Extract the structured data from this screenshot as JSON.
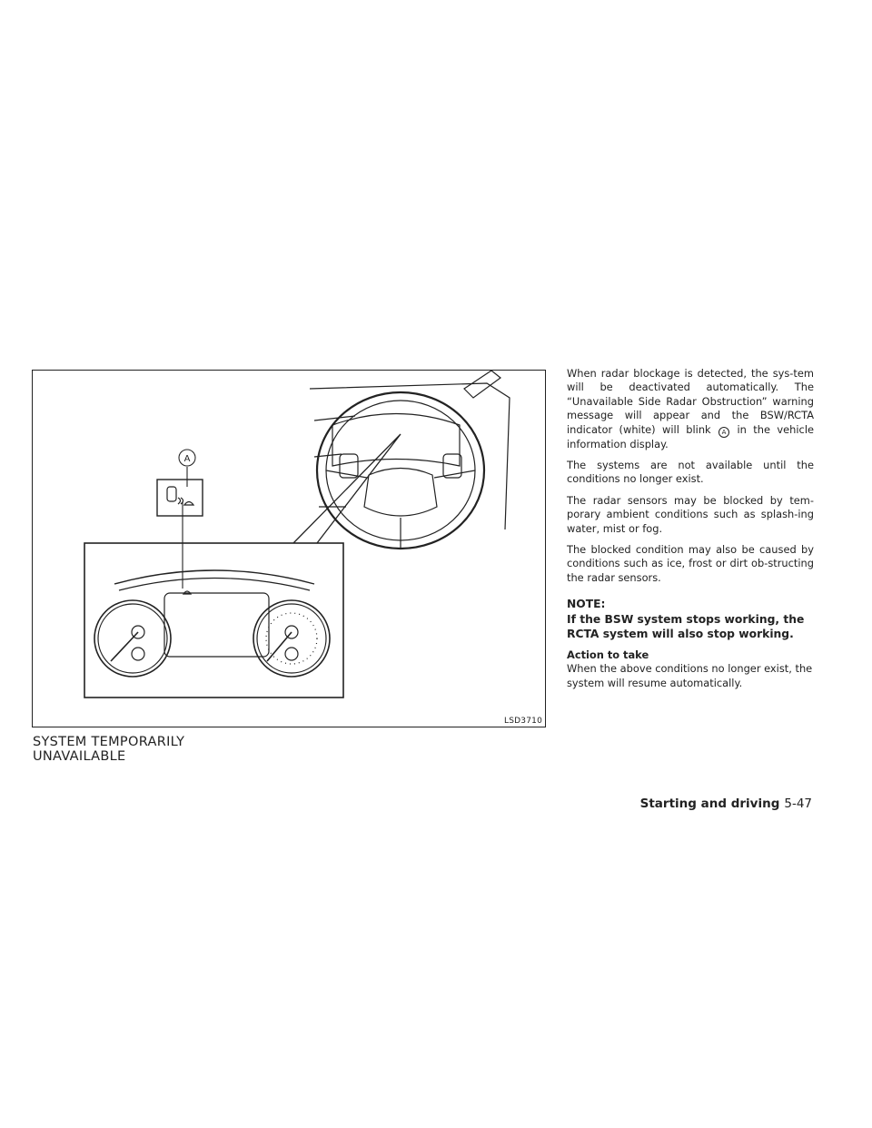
{
  "figure": {
    "code": "LSD3710",
    "callout_label": "A"
  },
  "caption": {
    "line1": "SYSTEM TEMPORARILY",
    "line2": "UNAVAILABLE"
  },
  "body": {
    "p1_before": "When radar blockage is detected, the sys-tem will be deactivated automatically. The “Unavailable Side Radar Obstruction” warning message will appear and the BSW/RCTA indicator (white) will blink ",
    "p1_marker": "A",
    "p1_after": " in the vehicle information display.",
    "p2": "The systems are not available until the conditions no longer exist.",
    "p3": "The radar sensors may be blocked by tem-porary ambient conditions such as splash-ing water, mist or fog.",
    "p4": "The blocked condition may also be caused by conditions such as ice, frost or dirt ob-structing the radar sensors.",
    "note_heading": "NOTE:",
    "note_text": "If the BSW system stops working, the RCTA system will also stop working.",
    "action_heading": "Action to take",
    "action_text": "When the above conditions no longer exist, the system will resume automatically."
  },
  "footer": {
    "section": "Starting and driving",
    "page": "5-47"
  }
}
